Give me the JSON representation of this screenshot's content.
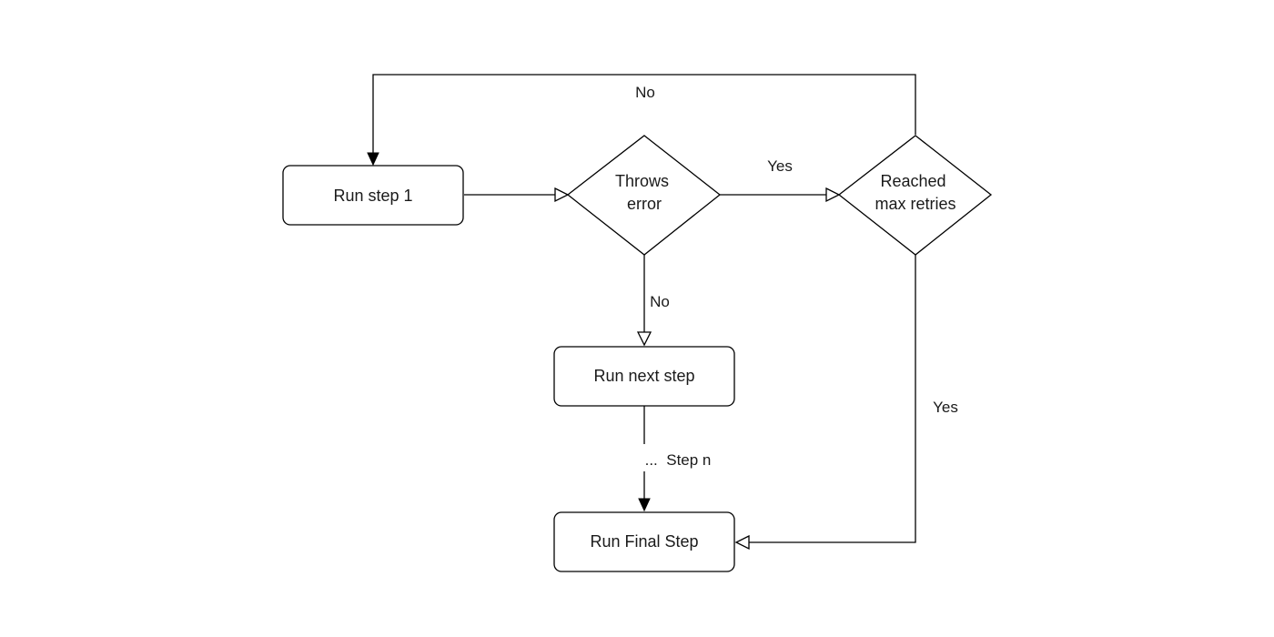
{
  "nodes": {
    "run_step_1": {
      "label": "Run step 1"
    },
    "throws_error": {
      "lines": [
        "Throws",
        "error"
      ]
    },
    "reached_max_retries": {
      "lines": [
        "Reached",
        "max retries"
      ]
    },
    "run_next_step": {
      "label": "Run next step"
    },
    "run_final_step": {
      "label": "Run Final Step"
    }
  },
  "edges": {
    "retry_loop_label": "No",
    "error_yes_label": "Yes",
    "error_no_label": "No",
    "max_retries_yes_label": "Yes",
    "step_n_label": "...  Step n"
  }
}
